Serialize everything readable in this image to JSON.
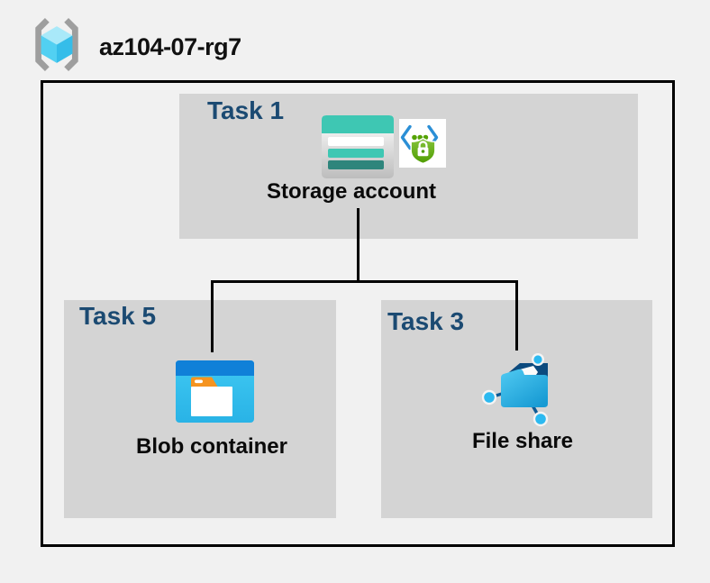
{
  "header": {
    "title": "az104-07-rg7",
    "icon": "resource-group-icon"
  },
  "colors": {
    "page_bg": "#f1f1f1",
    "task_box_bg": "#d4d4d4",
    "task_label_color": "#1b4a72",
    "boundary_border": "#000000",
    "storage_teal": "#3ec7b3",
    "storage_teal_dark": "#2e857c",
    "blob_blue": "#1080d8",
    "blob_cyan": "#3fc8f2",
    "file_cyan": "#2cb9f0",
    "file_navy": "#0c4a7e",
    "sas_green": "#55a305",
    "sas_blue": "#2b8fd6",
    "folder_orange": "#f59420"
  },
  "diagram": {
    "groups": [
      {
        "id": "task1",
        "label": "Task 1",
        "node": {
          "label": "Storage account",
          "icons": [
            "storage-account-icon",
            "shared-access-signature-icon"
          ]
        }
      },
      {
        "id": "task5",
        "label": "Task 5",
        "node": {
          "label": "Blob container",
          "icons": [
            "blob-container-icon"
          ]
        }
      },
      {
        "id": "task3",
        "label": "Task 3",
        "node": {
          "label": "File share",
          "icons": [
            "file-share-icon"
          ]
        }
      }
    ],
    "connections": [
      {
        "from": "Storage account",
        "to": "Blob container"
      },
      {
        "from": "Storage account",
        "to": "File share"
      }
    ]
  }
}
